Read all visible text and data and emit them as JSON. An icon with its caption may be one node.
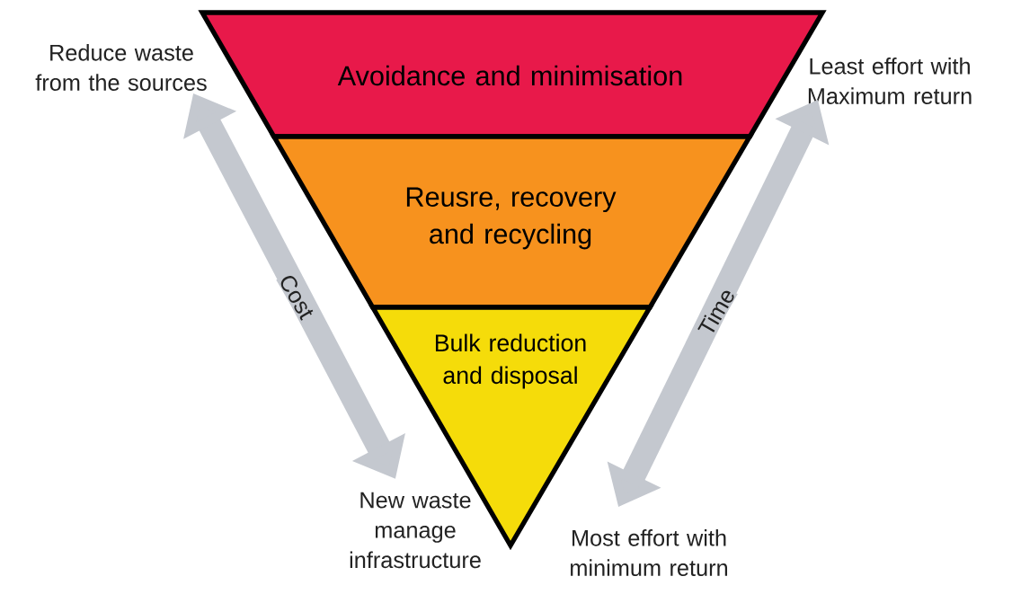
{
  "diagram": {
    "nodes": [
      {
        "text": [
          "Avoidance and minimisation"
        ]
      },
      {
        "text": [
          "Reusre, recovery and recycling"
        ]
      },
      {
        "text": [
          "Bulk reduction and disposal"
        ]
      },
      {
        "text": [
          "Reduce waste from the sources"
        ]
      },
      {
        "text": [
          "Least effort with Maximum return"
        ]
      },
      {
        "text": [
          "New waste manage infrastructure"
        ]
      },
      {
        "text": [
          "Most effort with minimum return"
        ]
      }
    ],
    "edges": [
      {
        "from": 5,
        "to": 3,
        "arrow": "both",
        "label": "Cost"
      },
      {
        "from": 6,
        "to": 4,
        "arrow": "both",
        "label": "Time"
      }
    ]
  }
}
